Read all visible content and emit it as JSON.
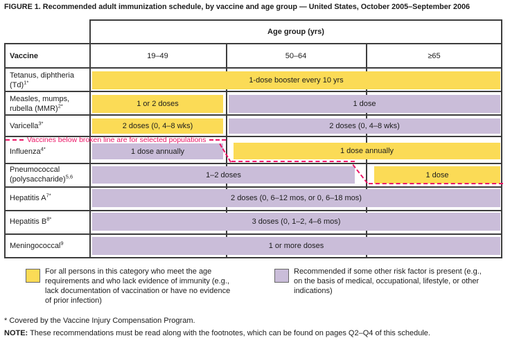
{
  "title": "FIGURE 1. Recommended adult immunization schedule, by vaccine and age group — United States, October 2005–September 2006",
  "colors": {
    "for_all_yellow": "#FBDB56",
    "risk_factor_purple": "#CABDD9",
    "broken_line_pink": "#EC1566",
    "table_border": "#3d3d3d"
  },
  "table": {
    "age_group_header": "Age group (yrs)",
    "vaccine_header": "Vaccine",
    "age_columns": [
      "19–49",
      "50–64",
      "≥65"
    ],
    "broken_line_note": "Vaccines below broken line are for selected populations",
    "rows": [
      {
        "vaccine": "Tetanus, diphtheria (Td)",
        "footnote": "1*",
        "bars": [
          {
            "columns": "19–49 + 50–64 + ≥65",
            "type": "for_all",
            "label": "1-dose booster every 10 yrs"
          }
        ]
      },
      {
        "vaccine": "Measles, mumps, rubella (MMR)",
        "footnote": "2*",
        "bars": [
          {
            "columns": "19–49",
            "type": "for_all",
            "label": "1 or 2 doses"
          },
          {
            "columns": "50–64 + ≥65",
            "type": "risk_factor",
            "label": "1 dose"
          }
        ]
      },
      {
        "vaccine": "Varicella",
        "footnote": "3*",
        "bars": [
          {
            "columns": "19–49",
            "type": "for_all",
            "label": "2 doses (0, 4–8 wks)"
          },
          {
            "columns": "50–64 + ≥65",
            "type": "risk_factor",
            "label": "2 doses (0, 4–8 wks)"
          }
        ]
      },
      {
        "vaccine": "Influenza",
        "footnote": "4*",
        "bars": [
          {
            "columns": "19–49",
            "type": "risk_factor",
            "label": "1 dose annually"
          },
          {
            "columns": "50–64 + ≥65",
            "type": "for_all",
            "label": "1 dose annually"
          }
        ]
      },
      {
        "vaccine": "Pneumococcal (polysaccharide)",
        "footnote": "5,6",
        "bars": [
          {
            "columns": "19–49 + 50–64",
            "type": "risk_factor",
            "label": "1–2 doses"
          },
          {
            "columns": "≥65",
            "type": "for_all",
            "label": "1 dose"
          }
        ]
      },
      {
        "vaccine": "Hepatitis A",
        "footnote": "7*",
        "bars": [
          {
            "columns": "19–49 + 50–64 + ≥65",
            "type": "risk_factor",
            "label": "2 doses (0, 6–12 mos, or 0, 6–18 mos)"
          }
        ]
      },
      {
        "vaccine": "Hepatitis B",
        "footnote": "8*",
        "bars": [
          {
            "columns": "19–49 + 50–64 + ≥65",
            "type": "risk_factor",
            "label": "3 doses (0, 1–2, 4–6 mos)"
          }
        ]
      },
      {
        "vaccine": "Meningococcal",
        "footnote": "9",
        "bars": [
          {
            "columns": "19–49 + 50–64 + ≥65",
            "type": "risk_factor",
            "label": "1 or more doses"
          }
        ]
      }
    ]
  },
  "legend": [
    {
      "swatch": "for_all_yellow",
      "text": "For all persons in this category who meet the age requirements and who lack evidence of immunity (e.g., lack documentation of vaccination or have no evidence of prior infection)"
    },
    {
      "swatch": "risk_factor_purple",
      "text": "Recommended if some other risk factor is present (e.g., on the basis of medical, occupational, lifestyle, or other indications)"
    }
  ],
  "footnotes": {
    "asterisk": "* Covered by the Vaccine Injury Compensation Program.",
    "note_label": "NOTE:",
    "note_text": " These recommendations must be read along with the footnotes, which can be found on pages Q2–Q4 of this schedule."
  }
}
